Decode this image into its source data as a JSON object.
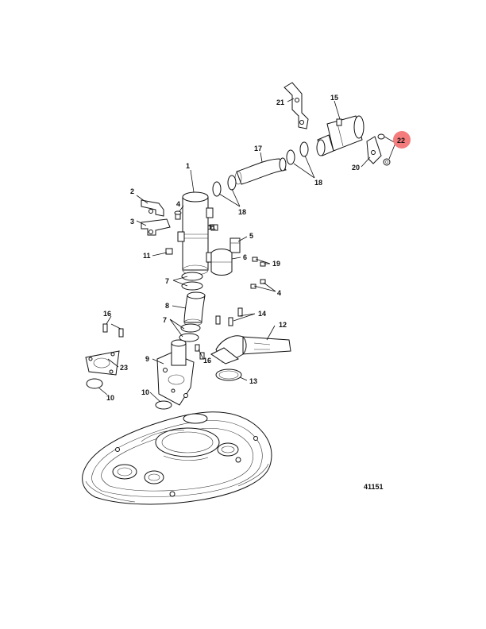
{
  "figure_number": "41151",
  "highlight_color": "#f47c7c",
  "callouts": {
    "c1": "1",
    "c2": "2",
    "c3": "3",
    "c4a": "4",
    "c4b": "4",
    "c5": "5",
    "c6": "6",
    "c7a": "7",
    "c7b": "7",
    "c8": "8",
    "c9": "9",
    "c10a": "10",
    "c10b": "10",
    "c11a": "11",
    "c11b": "11",
    "c12": "12",
    "c13": "13",
    "c14": "14",
    "c15": "15",
    "c16a": "16",
    "c16b": "16",
    "c17": "17",
    "c18a": "18",
    "c18b": "18",
    "c19": "19",
    "c20": "20",
    "c21": "21",
    "c22": "22",
    "c23": "23"
  }
}
